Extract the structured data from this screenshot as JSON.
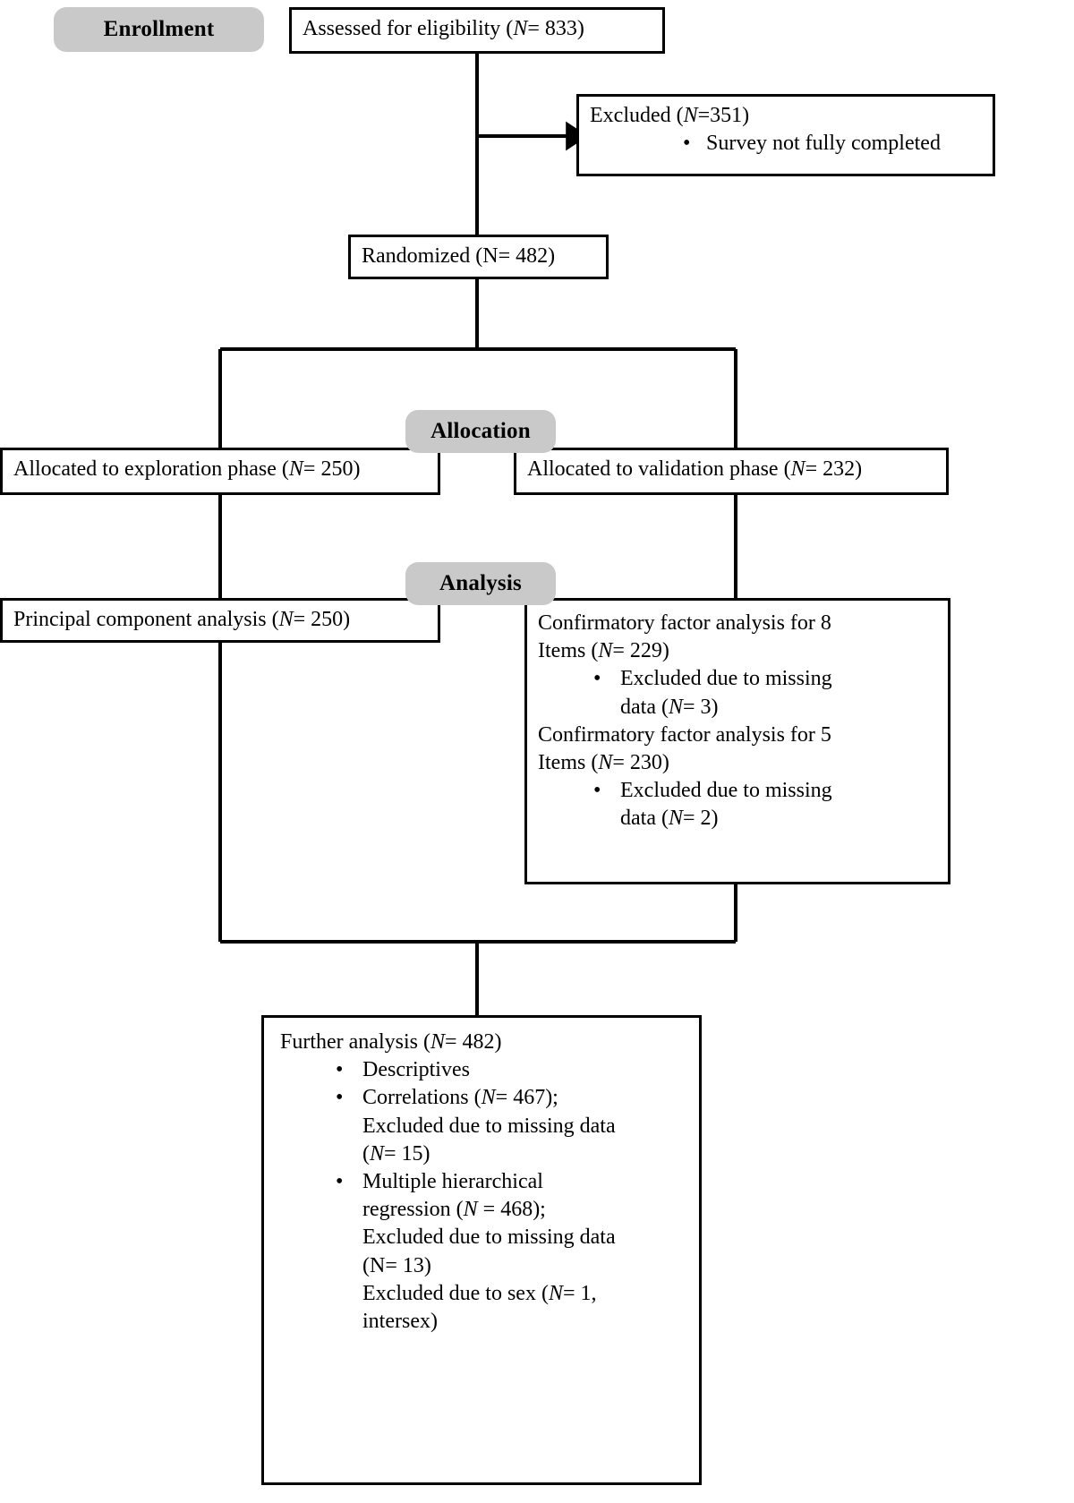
{
  "diagram": {
    "type": "consort-flow-diagram",
    "title": "CONSORT participant flow",
    "colors": {
      "stage_label_fill": "#c9c9c9",
      "box_border": "#000000",
      "box_fill": "#ffffff",
      "text": "#000000"
    }
  },
  "stages": [
    {
      "id": "enrollment",
      "label": "Enrollment"
    },
    {
      "id": "allocation",
      "label": "Allocation"
    },
    {
      "id": "analysis",
      "label": "Analysis"
    }
  ],
  "nodes": {
    "assessed": {
      "text_plain": "Assessed for eligibility (N= 833)",
      "pre": "Assessed for eligibility (",
      "n": "N",
      "post": "= 833)"
    },
    "excluded": {
      "heading_pre": "Excluded (",
      "heading_n": "N",
      "heading_post": "=351)",
      "bullets": [
        "Survey not fully completed"
      ]
    },
    "randomized": {
      "text_plain": "Randomized (N= 482)",
      "pre": "Randomized (",
      "n": "N",
      "post": "= 482)"
    },
    "alloc_left": {
      "pre": "Allocated to exploration phase (",
      "n": "N",
      "post": "= 250)"
    },
    "alloc_right": {
      "pre": "Allocated to validation phase (",
      "n": "N",
      "post": "= 232)"
    },
    "pca": {
      "pre": "Principal component analysis (",
      "n": "N",
      "post": "= 250)"
    },
    "cfa": {
      "line1a": "Confirmatory factor analysis for 8",
      "line1b_pre": "Items (",
      "line1b_n": "N",
      "line1b_post": "= 229)",
      "bullet1_a": "Excluded due to missing",
      "bullet1_b_pre": "data (",
      "bullet1_b_n": "N",
      "bullet1_b_post": "= 3)",
      "line2a": "Confirmatory factor analysis for 5",
      "line2b_pre": "Items (",
      "line2b_n": "N",
      "line2b_post": "= 230)",
      "bullet2_a": "Excluded due to missing",
      "bullet2_b_pre": "data (",
      "bullet2_b_n": "N",
      "bullet2_b_post": "= 2)"
    },
    "further": {
      "heading_pre": "Further analysis (",
      "heading_n": "N",
      "heading_post": "= 482)",
      "b1": "Descriptives",
      "b2_l1_pre": "Correlations (",
      "b2_l1_n": "N",
      "b2_l1_post": "= 467);",
      "b2_l2": "Excluded due to missing data",
      "b2_l3_pre": "(",
      "b2_l3_n": "N",
      "b2_l3_post": "= 15)",
      "b3_l1": "Multiple hierarchical",
      "b3_l2_pre": "regression (",
      "b3_l2_n": "N",
      "b3_l2_post": " = 468);",
      "b3_l3": "Excluded due to missing data",
      "b3_l4": "(N= 13)",
      "b3_l5_pre": "Excluded due to sex (",
      "b3_l5_n": "N",
      "b3_l5_post": "= 1,",
      "b3_l6": "intersex)"
    }
  },
  "bullet_glyph": "•"
}
